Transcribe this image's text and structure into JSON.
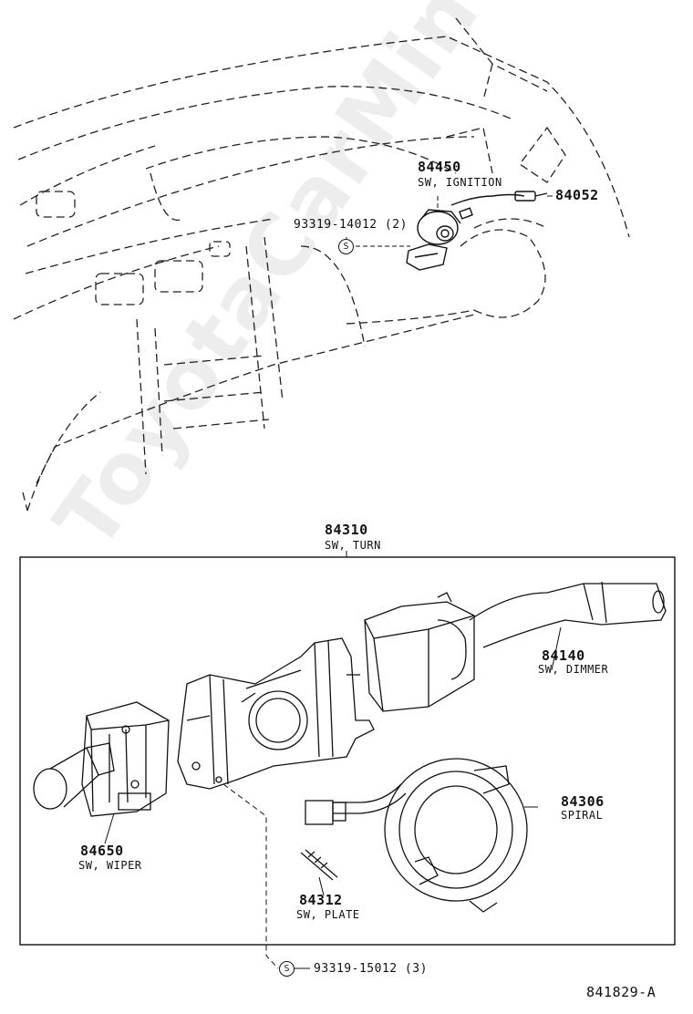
{
  "watermark": "ToyotaCarMine.ru",
  "figure_id": "841829-A",
  "labels": {
    "p84450_num": "84450",
    "p84450_name": "SW, IGNITION",
    "p84052_num": "84052",
    "p93319_14012": "93319-14012 (2)",
    "p84310_num": "84310",
    "p84310_name": "SW, TURN",
    "p84140_num": "84140",
    "p84140_name": "SW, DIMMER",
    "p84306_num": "84306",
    "p84306_name": "SPIRAL",
    "p84650_num": "84650",
    "p84650_name": "SW, WIPER",
    "p84312_num": "84312",
    "p84312_name": "SW, PLATE",
    "p93319_15012": "93319-15012 (3)",
    "screw_symbol": "S"
  }
}
